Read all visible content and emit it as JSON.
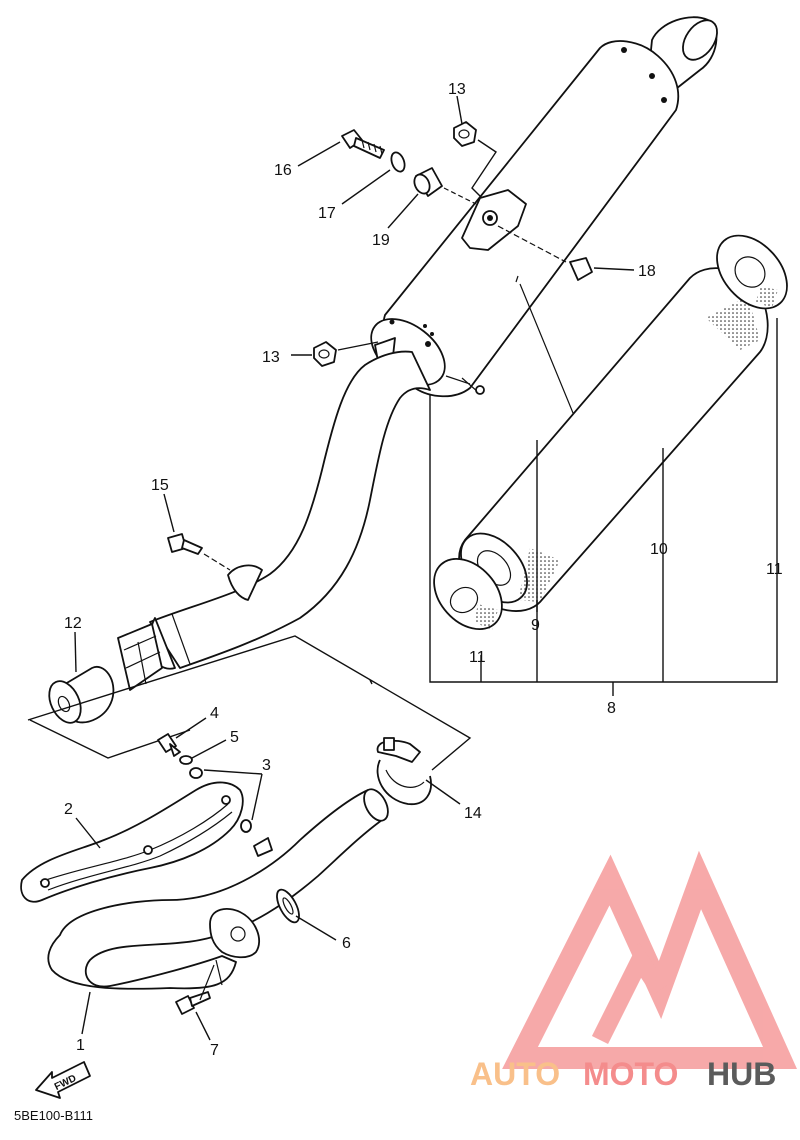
{
  "callouts": {
    "c1": "1",
    "c2": "2",
    "c3": "3",
    "c4": "4",
    "c5": "5",
    "c6": "6",
    "c7": "7",
    "c8": "8",
    "c9": "9",
    "c10": "10",
    "c11a": "11",
    "c11b": "11",
    "c12": "12",
    "c13a": "13",
    "c13b": "13",
    "c14": "14",
    "c15": "15",
    "c16": "16",
    "c17": "17",
    "c18": "18",
    "c19": "19"
  },
  "diagram_code": "5BE100-B111",
  "fwd_label": "FWD",
  "watermark": {
    "word_a": "AUTO",
    "word_b": "MOTO",
    "word_c": "HUB",
    "colors": {
      "auto": "#f9c08a",
      "moto": "#f48c8c",
      "hub": "#5b5b5b",
      "logo": "#f6a0a0"
    }
  }
}
